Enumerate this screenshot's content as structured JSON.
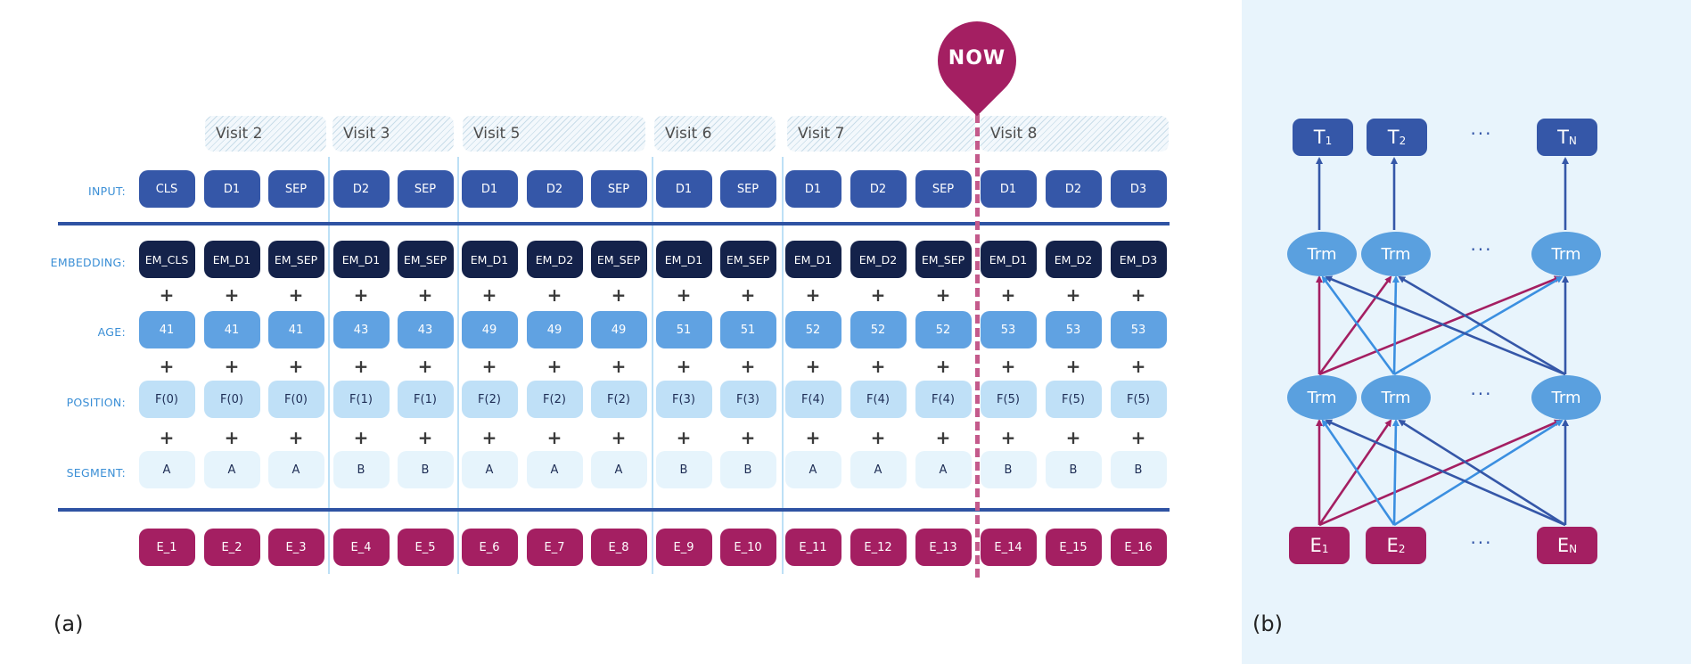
{
  "panel_a": {
    "caption": "(a)",
    "now_label": "NOW",
    "row_labels": {
      "input": "INPUT:",
      "embedding": "EMBEDDING:",
      "age": "AGE:",
      "position": "POSITION:",
      "segment": "SEGMENT:"
    },
    "visits": [
      {
        "label": "Visit 2"
      },
      {
        "label": "Visit 3"
      },
      {
        "label": "Visit 5"
      },
      {
        "label": "Visit 6"
      },
      {
        "label": "Visit 7"
      },
      {
        "label": "Visit 8"
      }
    ],
    "tokens": [
      {
        "input": "CLS",
        "embedding": "EM_CLS",
        "age": "41",
        "position": "F(0)",
        "segment": "A",
        "output": "E_1"
      },
      {
        "input": "D1",
        "embedding": "EM_D1",
        "age": "41",
        "position": "F(0)",
        "segment": "A",
        "output": "E_2"
      },
      {
        "input": "SEP",
        "embedding": "EM_SEP",
        "age": "41",
        "position": "F(0)",
        "segment": "A",
        "output": "E_3"
      },
      {
        "input": "D2",
        "embedding": "EM_D1",
        "age": "43",
        "position": "F(1)",
        "segment": "B",
        "output": "E_4"
      },
      {
        "input": "SEP",
        "embedding": "EM_SEP",
        "age": "43",
        "position": "F(1)",
        "segment": "B",
        "output": "E_5"
      },
      {
        "input": "D1",
        "embedding": "EM_D1",
        "age": "49",
        "position": "F(2)",
        "segment": "A",
        "output": "E_6"
      },
      {
        "input": "D2",
        "embedding": "EM_D2",
        "age": "49",
        "position": "F(2)",
        "segment": "A",
        "output": "E_7"
      },
      {
        "input": "SEP",
        "embedding": "EM_SEP",
        "age": "49",
        "position": "F(2)",
        "segment": "A",
        "output": "E_8"
      },
      {
        "input": "D1",
        "embedding": "EM_D1",
        "age": "51",
        "position": "F(3)",
        "segment": "B",
        "output": "E_9"
      },
      {
        "input": "SEP",
        "embedding": "EM_SEP",
        "age": "51",
        "position": "F(3)",
        "segment": "B",
        "output": "E_10"
      },
      {
        "input": "D1",
        "embedding": "EM_D1",
        "age": "52",
        "position": "F(4)",
        "segment": "A",
        "output": "E_11"
      },
      {
        "input": "D2",
        "embedding": "EM_D2",
        "age": "52",
        "position": "F(4)",
        "segment": "A",
        "output": "E_12"
      },
      {
        "input": "SEP",
        "embedding": "EM_SEP",
        "age": "52",
        "position": "F(4)",
        "segment": "A",
        "output": "E_13"
      },
      {
        "input": "D1",
        "embedding": "EM_D1",
        "age": "53",
        "position": "F(5)",
        "segment": "B",
        "output": "E_14"
      },
      {
        "input": "D2",
        "embedding": "EM_D2",
        "age": "53",
        "position": "F(5)",
        "segment": "B",
        "output": "E_15"
      },
      {
        "input": "D3",
        "embedding": "EM_D3",
        "age": "53",
        "position": "F(5)",
        "segment": "B",
        "output": "E_16"
      }
    ],
    "plus_sign": "+"
  },
  "panel_b": {
    "caption": "(b)",
    "top_nodes": [
      {
        "letter": "T",
        "sub": "1"
      },
      {
        "letter": "T",
        "sub": "2"
      },
      {
        "letter": "T",
        "sub": "N"
      }
    ],
    "trm_label": "Trm",
    "bottom_nodes": [
      {
        "letter": "E",
        "sub": "1"
      },
      {
        "letter": "E",
        "sub": "2"
      },
      {
        "letter": "E",
        "sub": "N"
      }
    ],
    "ellipsis": "···"
  },
  "colors": {
    "input": "#3557a8",
    "embedding": "#14224a",
    "age": "#60a2e2",
    "position": "#bfe0f7",
    "segment": "#e6f4fc",
    "output": "#a41f62",
    "now": "#a41f62",
    "row_label": "#3b8fd6",
    "arrow_magenta": "#a41f62",
    "arrow_light": "#3b8fe0",
    "arrow_dark": "#3557a8"
  }
}
